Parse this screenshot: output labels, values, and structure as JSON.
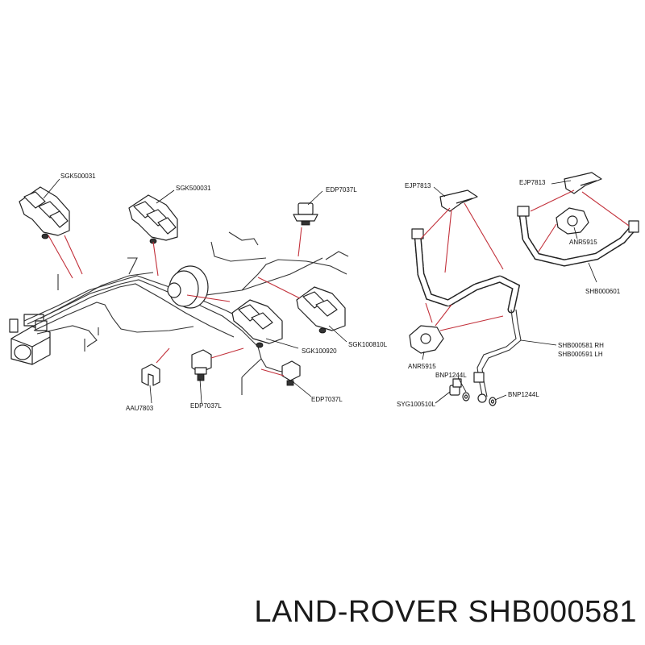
{
  "labels": {
    "sgk500031_a": "SGK500031",
    "sgk500031_b": "SGK500031",
    "edp7037l_a": "EDP7037L",
    "sgk100810l": "SGK100810L",
    "sgk100920": "SGK100920",
    "aau7803": "AAU7803",
    "edp7037l_b": "EDP7037L",
    "edp7037l_c": "EDP7037L",
    "ejp7813_a": "EJP7813",
    "ejp7813_b": "EJP7813",
    "anr5915_a": "ANR5915",
    "shb000601": "SHB000601",
    "shb000581_rh": "SHB000581 RH",
    "shb000591_lh": "SHB000591 LH",
    "anr5915_b": "ANR5915",
    "bnp1244l_a": "BNP1244L",
    "syg100510l": "SYG100510L",
    "bnp1244l_b": "BNP1244L"
  },
  "footer": {
    "title": "LAND-ROVER SHB000581"
  },
  "colors": {
    "leader_lines": "#c2303a",
    "line_art": "#222222",
    "background": "#ffffff"
  }
}
